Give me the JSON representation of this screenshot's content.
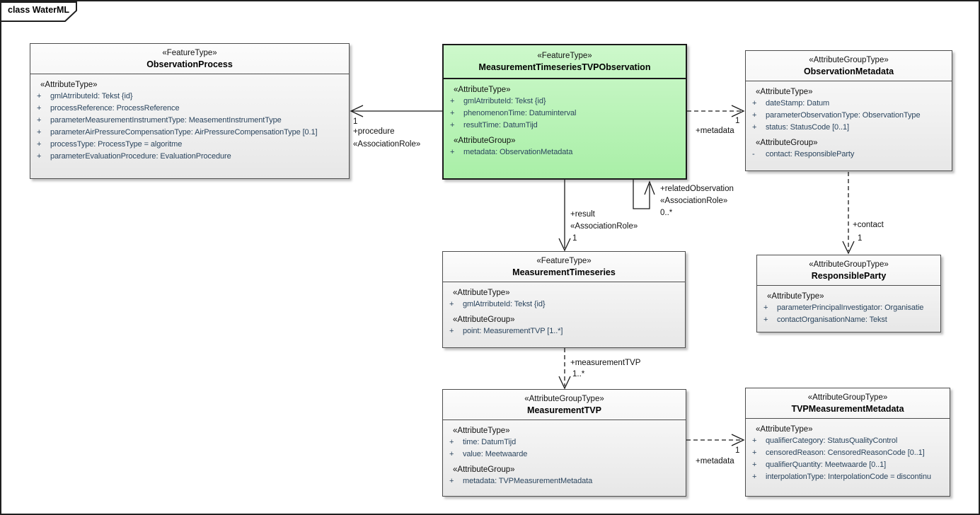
{
  "diagram": {
    "tab_label": "class WaterML",
    "highlight_fill": "#aeefac",
    "box_fill": "#ebebeb",
    "attribute_text_color": "#2b455e"
  },
  "classes": [
    {
      "stereotype": "«FeatureType»",
      "name": "ObservationProcess",
      "sections": [
        {
          "label": "«AttributeType»",
          "items": [
            {
              "vis": "+",
              "text": "gmlAtrributeId: Tekst {id}"
            },
            {
              "vis": "+",
              "text": "processReference: ProcessReference"
            },
            {
              "vis": "+",
              "text": "parameterMeasurementInstrumentType: MeasementInstrumentType"
            },
            {
              "vis": "+",
              "text": "parameterAirPressureCompensationType: AirPressureCompensationType [0.1]"
            },
            {
              "vis": "+",
              "text": "processType: ProcessType = algoritme"
            },
            {
              "vis": "+",
              "text": "parameterEvaluationProcedure: EvaluationProcedure"
            }
          ]
        }
      ]
    },
    {
      "stereotype": "«FeatureType»",
      "name": "MeasurementTimeseriesTVPObservation",
      "sections": [
        {
          "label": "«AttributeType»",
          "items": [
            {
              "vis": "+",
              "text": "gmlAtrributeId: Tekst {id}"
            },
            {
              "vis": "+",
              "text": "phenomenonTime: Datuminterval"
            },
            {
              "vis": "+",
              "text": "resultTime: DatumTijd"
            }
          ]
        },
        {
          "label": "«AttributeGroup»",
          "items": [
            {
              "vis": "+",
              "text": "metadata: ObservationMetadata"
            }
          ]
        }
      ]
    },
    {
      "stereotype": "«AttributeGroupType»",
      "name": "ObservationMetadata",
      "sections": [
        {
          "label": "«AttributeType»",
          "items": [
            {
              "vis": "+",
              "text": "dateStamp: Datum"
            },
            {
              "vis": "+",
              "text": "parameterObservationType: ObservationType"
            },
            {
              "vis": "+",
              "text": "status: StatusCode [0..1]"
            }
          ]
        },
        {
          "label": "«AttributeGroup»",
          "items": [
            {
              "vis": "-",
              "text": "contact: ResponsibleParty"
            }
          ]
        }
      ]
    },
    {
      "stereotype": "«FeatureType»",
      "name": "MeasurementTimeseries",
      "sections": [
        {
          "label": "«AttributeType»",
          "items": [
            {
              "vis": "+",
              "text": "gmlAtrributeId: Tekst {id}"
            }
          ]
        },
        {
          "label": "«AttributeGroup»",
          "items": [
            {
              "vis": "+",
              "text": "point: MeasurementTVP [1..*]"
            }
          ]
        }
      ]
    },
    {
      "stereotype": "«AttributeGroupType»",
      "name": "ResponsibleParty",
      "sections": [
        {
          "label": "«AttributeType»",
          "items": [
            {
              "vis": "+",
              "text": "parameterPrincipalInvestigator: Organisatie"
            },
            {
              "vis": "+",
              "text": "contactOrganisationName: Tekst"
            }
          ]
        }
      ]
    },
    {
      "stereotype": "«AttributeGroupType»",
      "name": "MeasurementTVP",
      "sections": [
        {
          "label": "«AttributeType»",
          "items": [
            {
              "vis": "+",
              "text": "time: DatumTijd"
            },
            {
              "vis": "+",
              "text": "value: Meetwaarde"
            }
          ]
        },
        {
          "label": "«AttributeGroup»",
          "items": [
            {
              "vis": "+",
              "text": "metadata: TVPMeasurementMetadata"
            }
          ]
        }
      ]
    },
    {
      "stereotype": "«AttributeGroupType»",
      "name": "TVPMeasurementMetadata",
      "sections": [
        {
          "label": "«AttributeType»",
          "items": [
            {
              "vis": "+",
              "text": "qualifierCategory: StatusQualityControl"
            },
            {
              "vis": "+",
              "text": "censoredReason: CensoredReasonCode [0..1]"
            },
            {
              "vis": "+",
              "text": "qualifierQuantity: Meetwaarde [0..1]"
            },
            {
              "vis": "+",
              "text": "interpolationType: InterpolationCode = discontinu"
            }
          ]
        }
      ]
    }
  ],
  "connectors": [
    {
      "name": "procedure",
      "labels": [
        "1",
        "+procedure",
        "«AssociationRole»"
      ]
    },
    {
      "name": "metadata-observation",
      "labels": [
        "1",
        "+metadata"
      ]
    },
    {
      "name": "result",
      "labels": [
        "+result",
        "«AssociationRole»",
        "1"
      ]
    },
    {
      "name": "relatedObservation",
      "labels": [
        "+relatedObservation",
        "«AssociationRole»",
        "0..*"
      ]
    },
    {
      "name": "contact",
      "labels": [
        "+contact",
        "1"
      ]
    },
    {
      "name": "measurementTVP",
      "labels": [
        "+measurementTVP",
        "1..*"
      ]
    },
    {
      "name": "metadata-tvp",
      "labels": [
        "1",
        "+metadata"
      ]
    }
  ]
}
